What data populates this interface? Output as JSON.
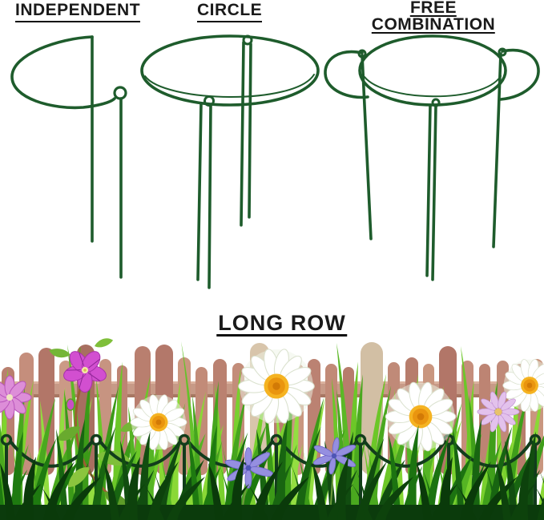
{
  "labels": {
    "independent": "INDEPENDENT",
    "circle": "CIRCLE",
    "free_line1": "FREE",
    "free_line2": "COMBINATION",
    "long_row": "LONG ROW"
  },
  "colors": {
    "background": "#ffffff",
    "title_text": "#1a1a1a",
    "wire_green": "#1e5c2c",
    "wire_green_dark": "#123c1c",
    "picket_rose": "#bc8372",
    "picket_tan": "#d6c3a9",
    "rail_wood": "#c79a87",
    "grass_light": "#8ad836",
    "grass_mid": "#46a51e",
    "grass_dark": "#1a6a10",
    "grass_deep": "#0b3b0c",
    "daisy_petal": "#ffffff",
    "daisy_center": "#f2a319",
    "mallow_pink": "#d24fd0",
    "crocus_lavender": "#e3c2ec",
    "iris_blue": "#958fe0",
    "stem_brown": "#9a5f33",
    "leaf_green": "#6fb335"
  }
}
